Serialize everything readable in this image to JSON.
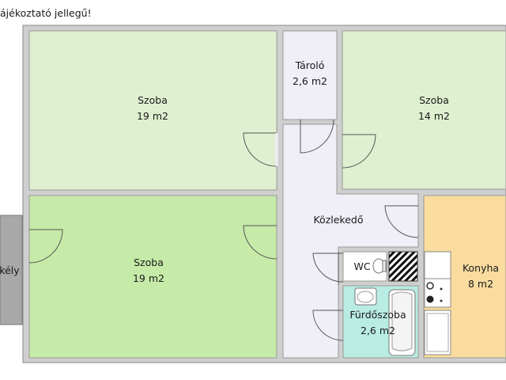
{
  "note": "ájékoztató jellegű!",
  "colors": {
    "room_light_green": "#dff0d0",
    "room_green": "#c6eaa8",
    "hallway": "#f0eef7",
    "kitchen": "#f9dc9e",
    "bathroom": "#b9ece3",
    "wc": "#ffffff",
    "balcony": "#a8a8a8",
    "wall": "#9a9a9a"
  },
  "rooms": [
    {
      "id": "szoba-1",
      "name": "Szoba",
      "area": "19 m2"
    },
    {
      "id": "taroló",
      "name": "Tároló",
      "area": "2,6 m2"
    },
    {
      "id": "szoba-2",
      "name": "Szoba",
      "area": "14 m2"
    },
    {
      "id": "kozlekedo",
      "name": "Közlekedő",
      "area": ""
    },
    {
      "id": "szoba-3",
      "name": "Szoba",
      "area": "19 m2"
    },
    {
      "id": "wc",
      "name": "WC",
      "area": ""
    },
    {
      "id": "konyha",
      "name": "Konyha",
      "area": "8 m2"
    },
    {
      "id": "furdoszoba",
      "name": "Fürdőszoba",
      "area": "2,6 m2"
    },
    {
      "id": "erkely",
      "name": "kély",
      "area": ""
    }
  ]
}
